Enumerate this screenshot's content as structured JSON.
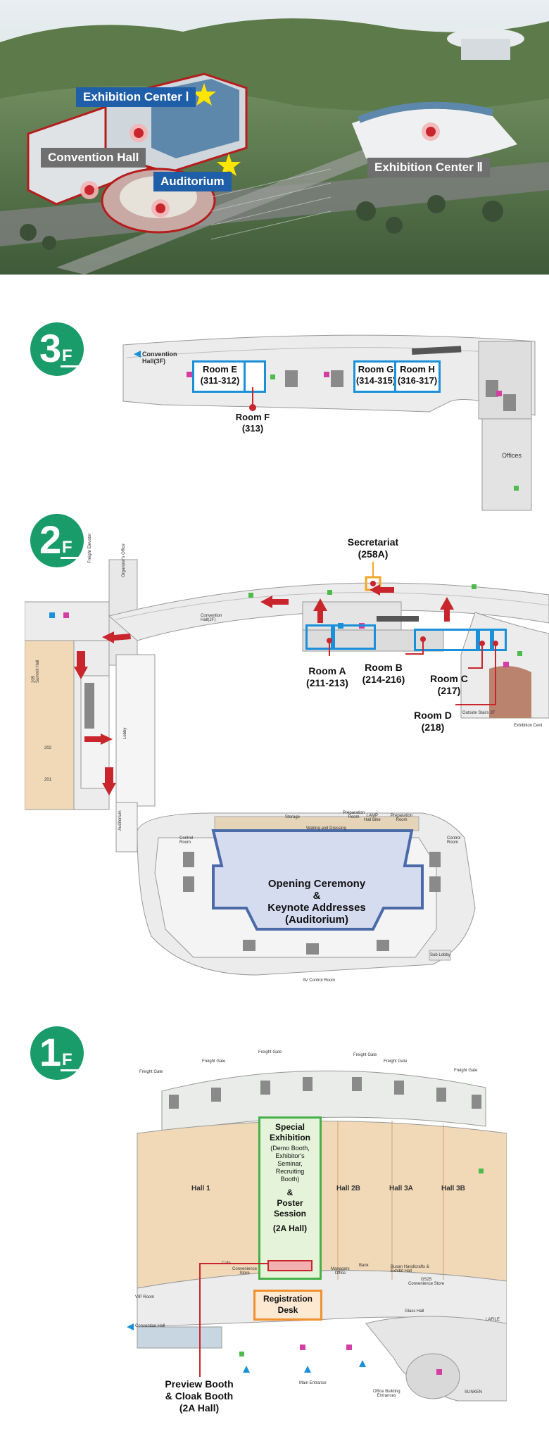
{
  "aerial": {
    "labels": {
      "exhibition_center": "Exhibition Center Ⅰ",
      "convention_hall": "Convention Hall",
      "auditorium": "Auditorium",
      "exhibition_center_2": "Exhibition Center Ⅱ"
    }
  },
  "floor3": {
    "badge_num": "3",
    "badge_f": "F",
    "convention_link": "Convention\nHall(3F)",
    "rooms": [
      {
        "name": "Room E",
        "code": "(311-312)"
      },
      {
        "name": "Room G",
        "code": "(314-315)"
      },
      {
        "name": "Room H",
        "code": "(316-317)"
      }
    ],
    "room_f": {
      "name": "Room F",
      "code": "(313)"
    },
    "offices": "Offices"
  },
  "floor2": {
    "badge_num": "2",
    "badge_f": "F",
    "secretariat": {
      "name": "Secretariat",
      "code": "(258A)"
    },
    "room_a": {
      "name": "Room A",
      "code": "(211-213)"
    },
    "room_b": {
      "name": "Room B",
      "code": "(214-216)"
    },
    "room_c": {
      "name": "Room C",
      "code": "(217)"
    },
    "room_d": {
      "name": "Room D",
      "code": "(218)"
    },
    "convention_link": "Convention\nHall(2F)",
    "outside_stairs": "Outside Stairs 2F",
    "exhibition_center": "Exhibition Cent",
    "freight_elevator": "Freight Elevator",
    "organizers_office": "Organizer's Office",
    "lobby": "Lobby",
    "auditorium_small": "Auditorium",
    "summit_hall": "205\nSummit Hall",
    "room_202": "202",
    "room_201": "201",
    "opening": [
      "Opening Ceremony",
      "&",
      "Keynote Addresses",
      "(Auditorium)"
    ],
    "aud_small_labels": {
      "storage": "Storage",
      "waiting": "Waiting and Dressing",
      "prep1": "Preparation\nRoom",
      "prep2": "Preparation\nRoom",
      "lamp": "LAMP\nHall Bike",
      "control_left": "Control\nRoom",
      "control_right": "Control\nRoom",
      "av_control": "AV Control Room",
      "sub_lobby": "Sub Lobby"
    }
  },
  "floor1": {
    "badge_num": "1",
    "badge_f": "F",
    "freight_gate": "Freight Gate",
    "hall1": "Hall 1",
    "hall2b": "Hall 2B",
    "hall3a": "Hall 3A",
    "hall3b": "Hall 3B",
    "special": {
      "title": [
        "Special",
        "Exhibition"
      ],
      "desc": [
        "(Demo Booth,",
        "Exhibitor's",
        "Seminar,",
        "Recruiting",
        "Booth)"
      ],
      "amp": "&",
      "poster": [
        "Poster",
        "Session"
      ],
      "hall": "(2A Hall)"
    },
    "registration": [
      "Registration",
      "Desk"
    ],
    "preview": [
      "Preview Booth",
      "& Cloak Booth",
      "(2A Hall)"
    ],
    "small": {
      "cafe": "Cafe",
      "conv_store": "Convenience\nStore",
      "managers": "Managers\nOffice",
      "bank": "Bank",
      "busan": "Busan Handicrafts &\nExhibit Hall",
      "gs25": "GS25\nConvenience Store",
      "vip": "VIP Room",
      "convention_hall": "Convention Hall",
      "glass_hall": "Glass Hall",
      "main_entrance": "Main Entrance",
      "office_entrances": "Office Building\nEntrances",
      "lafile": "LAFILE",
      "sunken": "SUNKEN"
    }
  }
}
